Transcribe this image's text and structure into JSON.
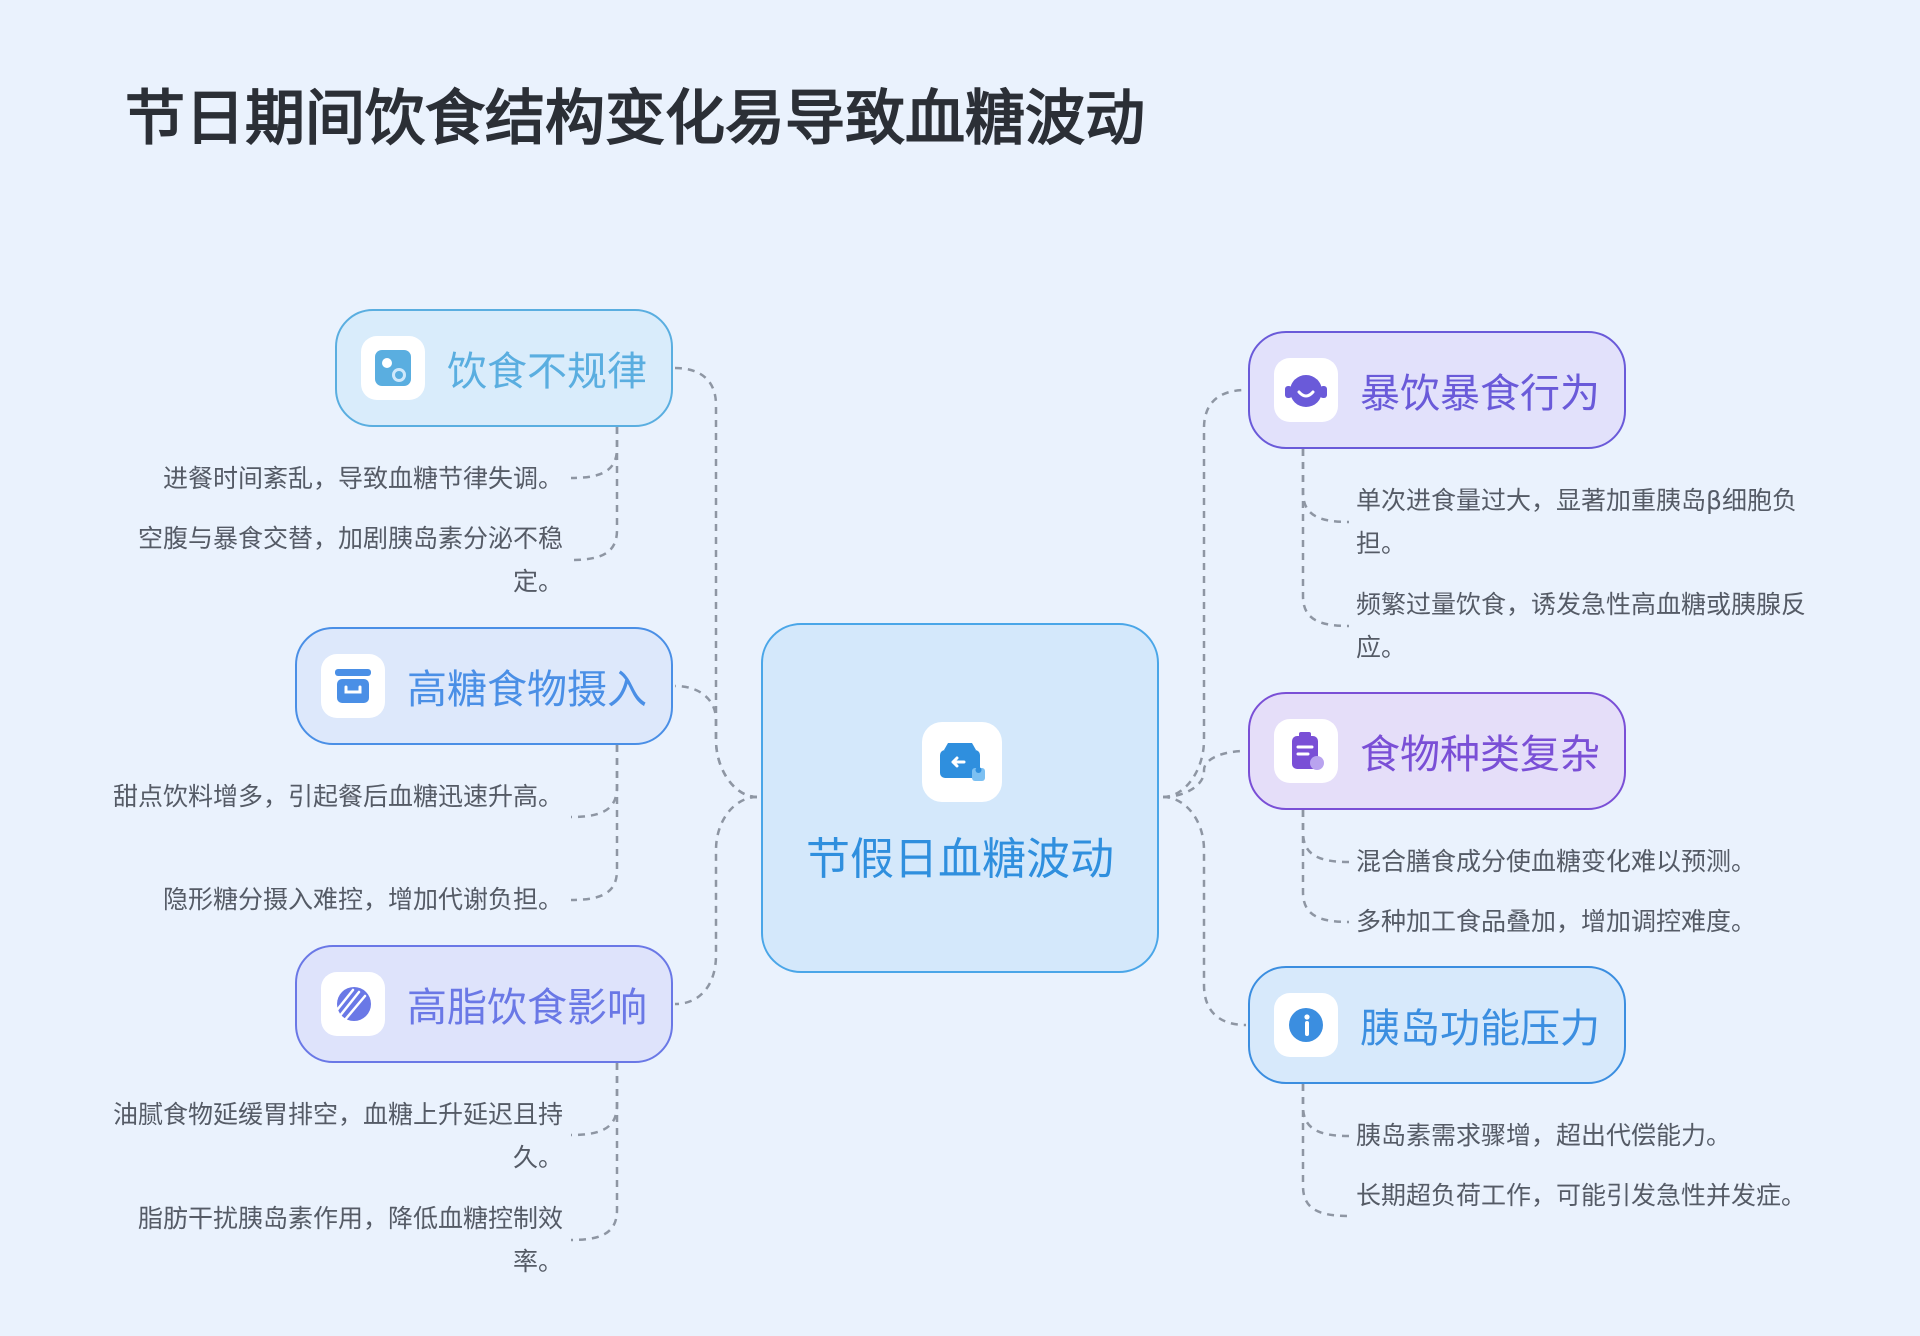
{
  "title": "节日期间饮食结构变化易导致血糖波动",
  "colors": {
    "background": "#eaf2fd",
    "link": "#8e96a3",
    "center_accent": "#2f8fde"
  },
  "center": {
    "label": "节假日血糖波动",
    "icon": "box-return-icon"
  },
  "branches": [
    {
      "label": "饮食不规律",
      "icon": "bubbles-icon",
      "color": "#5aaee0",
      "points": [
        "进餐时间紊乱，导致血糖节律失调。",
        "空腹与暴食交替，加剧胰岛素分泌不稳定。"
      ]
    },
    {
      "label": "高糖食物摄入",
      "icon": "basket-icon",
      "color": "#4a8fe6",
      "points": [
        "甜点饮料增多，引起餐后血糖迅速升高。",
        "隐形糖分摄入难控，增加代谢负担。"
      ]
    },
    {
      "label": "高脂饮食影响",
      "icon": "striped-circle-icon",
      "color": "#6a78e6",
      "points": [
        "油腻食物延缓胃排空，血糖上升延迟且持久。",
        "脂肪干扰胰岛素作用，降低血糖控制效率。"
      ]
    },
    {
      "label": "暴饮暴食行为",
      "icon": "headset-icon",
      "color": "#6a5ad9",
      "points": [
        "单次进食量过大，显著加重胰岛β细胞负担。",
        "频繁过量饮食，诱发急性高血糖或胰腺反应。"
      ]
    },
    {
      "label": "食物种类复杂",
      "icon": "clipboard-phone-icon",
      "color": "#7a4fd6",
      "points": [
        "混合膳食成分使血糖变化难以预测。",
        "多种加工食品叠加，增加调控难度。"
      ]
    },
    {
      "label": "胰岛功能压力",
      "icon": "info-icon",
      "color": "#3b8ee0",
      "points": [
        "胰岛素需求骤增，超出代偿能力。",
        "长期超负荷工作，可能引发急性并发症。"
      ]
    }
  ]
}
